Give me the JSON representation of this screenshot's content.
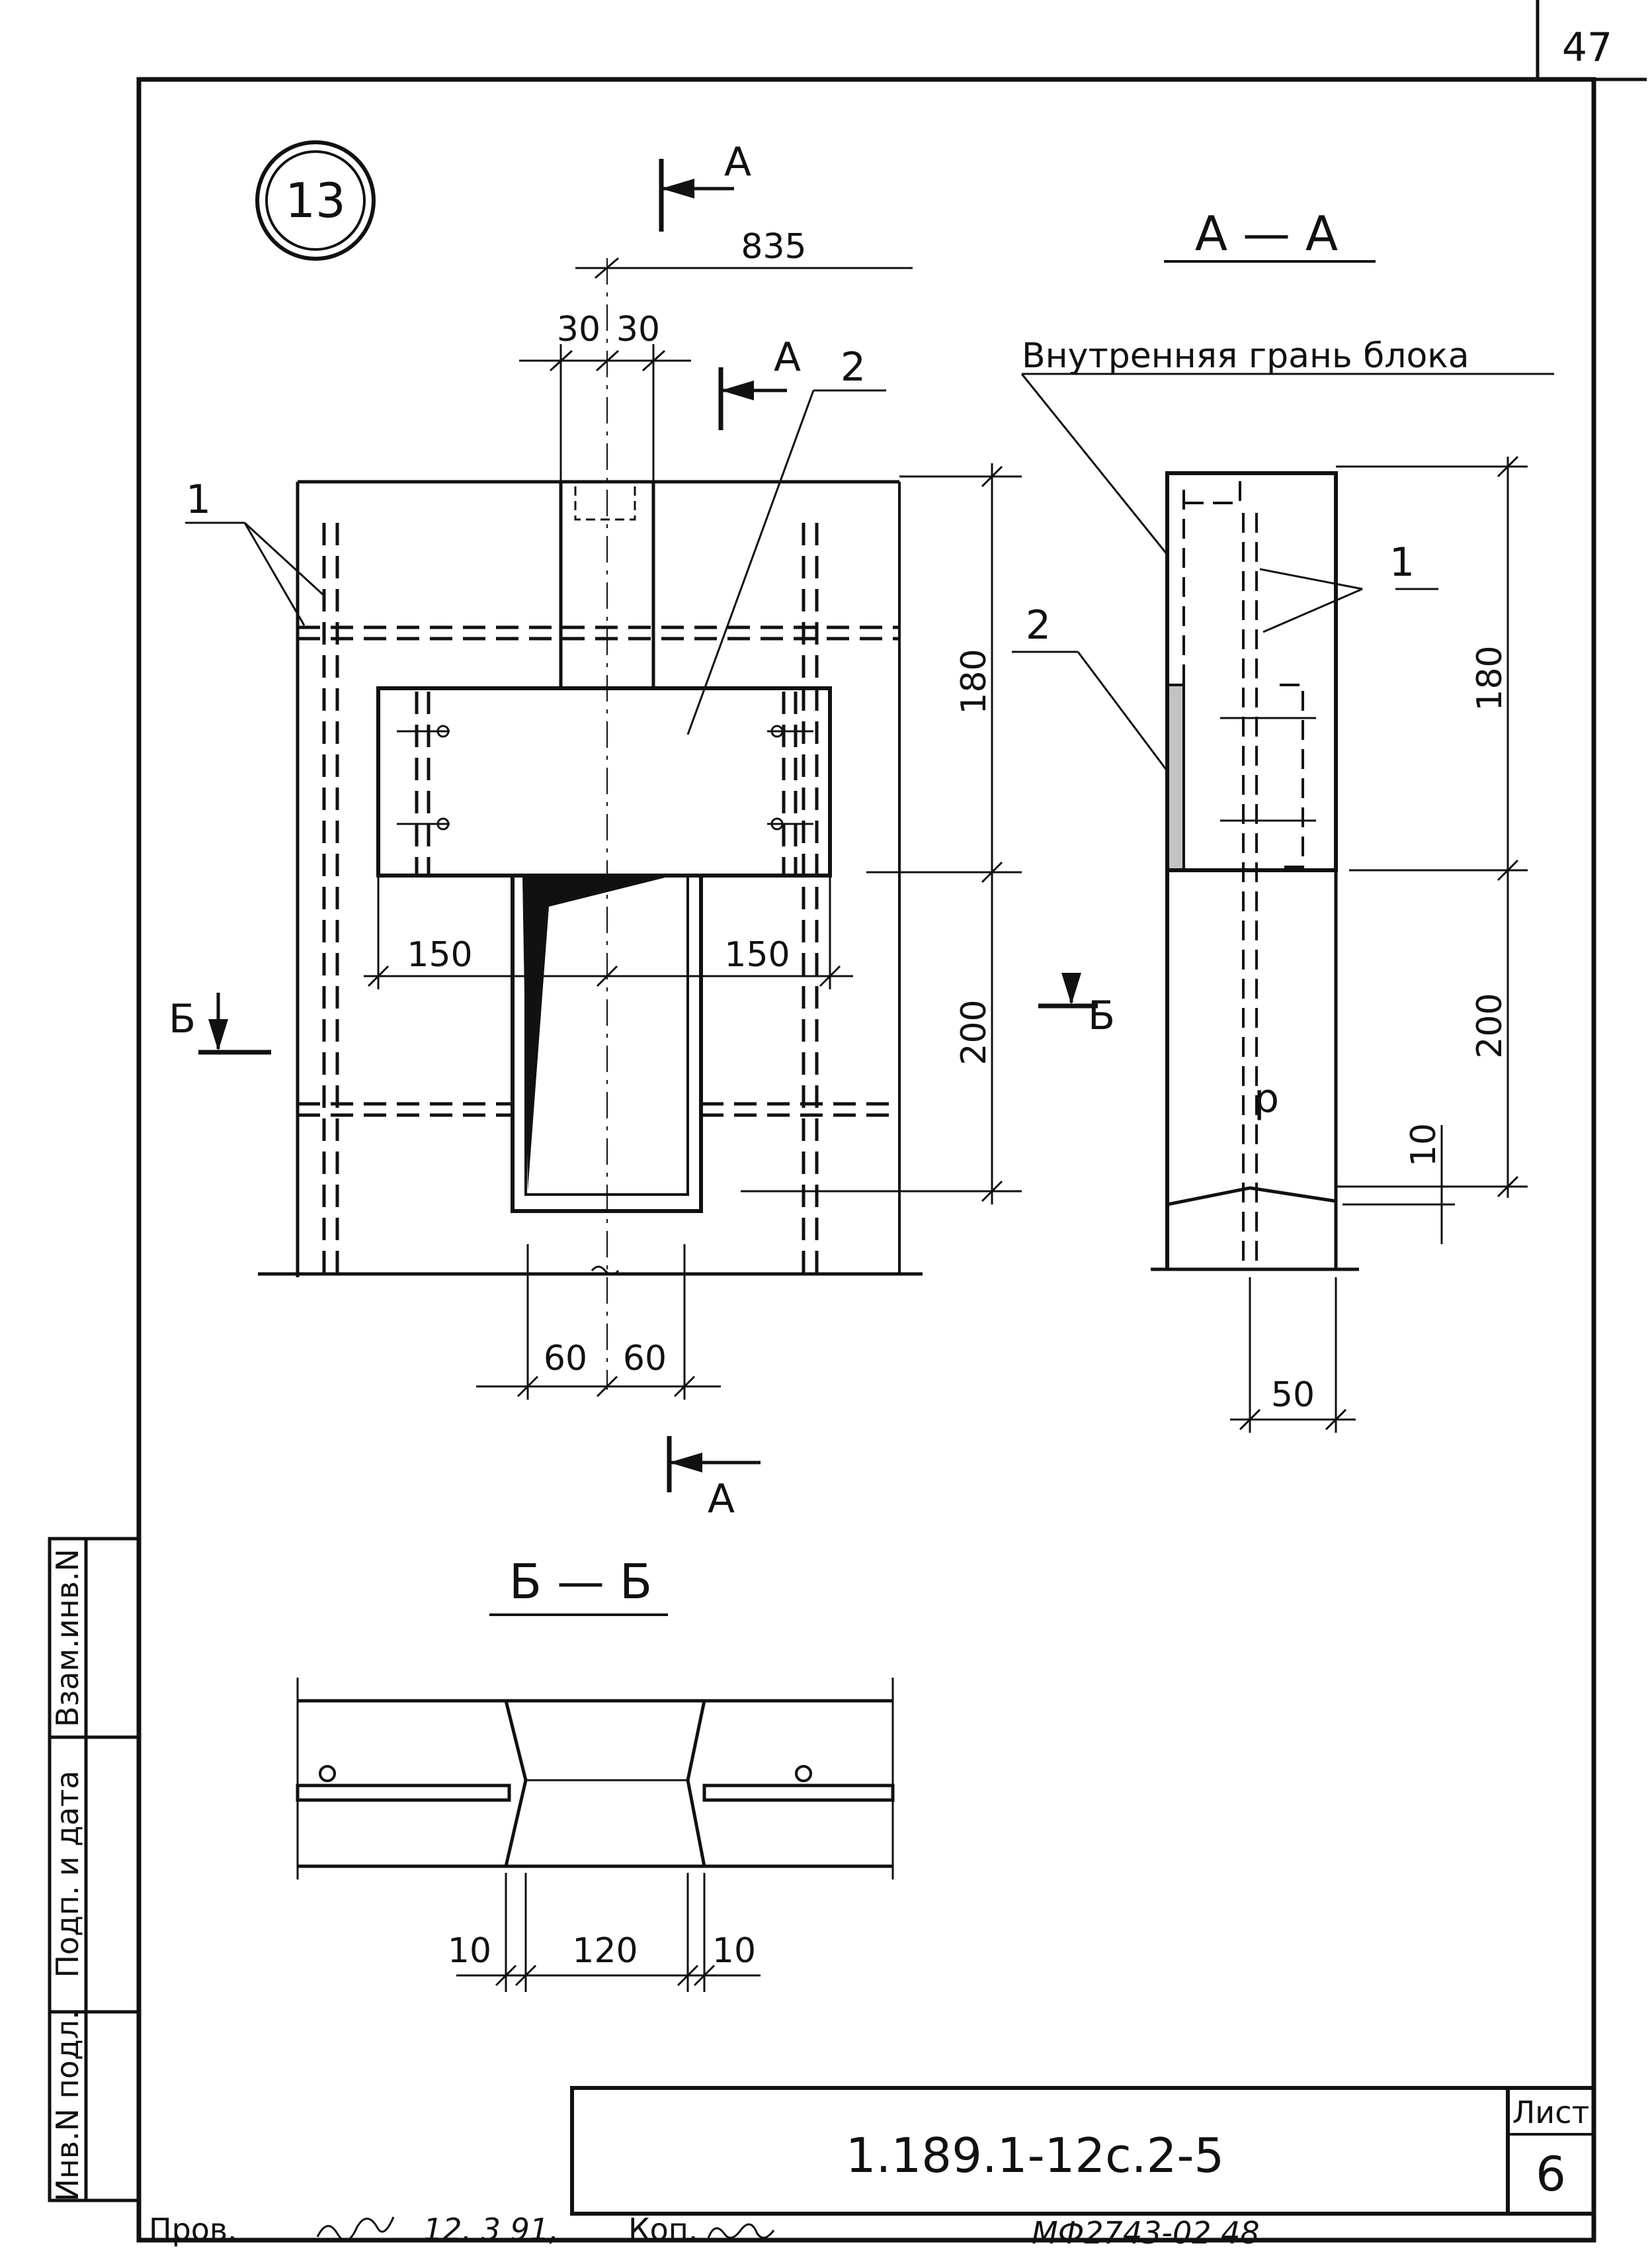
{
  "page": {
    "sheet_number_top": "47",
    "node_number": "13"
  },
  "section_marks": {
    "a_letter": "A",
    "b_letter": "Б",
    "section_aa_title": "А — А",
    "section_bb_title": "Б — Б"
  },
  "annotations": {
    "inner_face_label": "Внутренняя грань блока",
    "callout_1": "1",
    "callout_2": "2",
    "aside_mark": "р"
  },
  "dimensions": {
    "d835": "835",
    "d30a": "30",
    "d30b": "30",
    "d180": "180",
    "d200": "200",
    "d150a": "150",
    "d150b": "150",
    "d60a": "60",
    "d60b": "60",
    "d180_aa": "180",
    "d200_aa": "200",
    "d10_aa": "10",
    "d50": "50",
    "d10_bb_left": "10",
    "d120": "120",
    "d10_bb_right": "10"
  },
  "side_stamp": {
    "inv_podl": "Инв.N подл.",
    "podp_data": "Подп. и дата",
    "vzam_inv": "Взам.инв.N"
  },
  "title_block": {
    "doc_code": "1.189.1-12с.2-5",
    "sheet_label": "Лист",
    "sheet_number": "6",
    "checked_label": "Пров.",
    "signature_date": "12. 3 91,",
    "copied_label": "Коп.",
    "archive_code": "МФ2743-02  48"
  }
}
